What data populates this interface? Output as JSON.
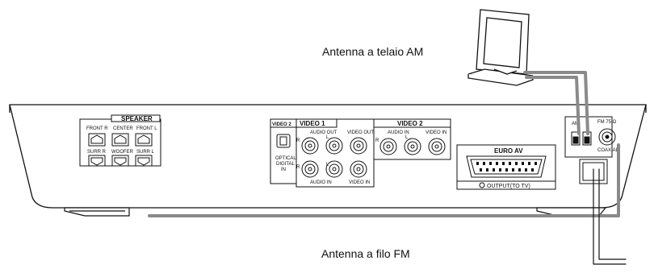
{
  "callouts": {
    "am_antenna": "Antenna a telaio AM",
    "fm_antenna": "Antenna a filo FM"
  },
  "speaker_block": {
    "title": "SPEAKER",
    "top_labels": [
      "FRONT R",
      "CENTER",
      "FRONT L"
    ],
    "bottom_labels": [
      "SURR R",
      "WOOFER",
      "SURR L"
    ]
  },
  "video2_optical": {
    "title": "VIDEO 2",
    "optical_label_1": "OPTICAL",
    "optical_label_2": "DIGITAL",
    "optical_label_3": "IN"
  },
  "video1_block": {
    "title": "VIDEO 1",
    "audio_out": "AUDIO OUT",
    "video_out": "VIDEO OUT",
    "audio_in": "AUDIO IN",
    "video_in": "VIDEO IN",
    "r": "R",
    "l": "L"
  },
  "video2_block": {
    "title": "VIDEO 2",
    "audio_in": "AUDIO IN",
    "video_in": "VIDEO IN",
    "r": "R",
    "l": "L"
  },
  "euro_av": {
    "title": "EURO AV",
    "output": "OUTPUT(TO TV)"
  },
  "antenna_block": {
    "am": "AM",
    "fm": "FM 75 Ω",
    "coaxial": "COAXIAL"
  },
  "colors": {
    "line": "#111111",
    "cable": "#8a8a8a"
  }
}
